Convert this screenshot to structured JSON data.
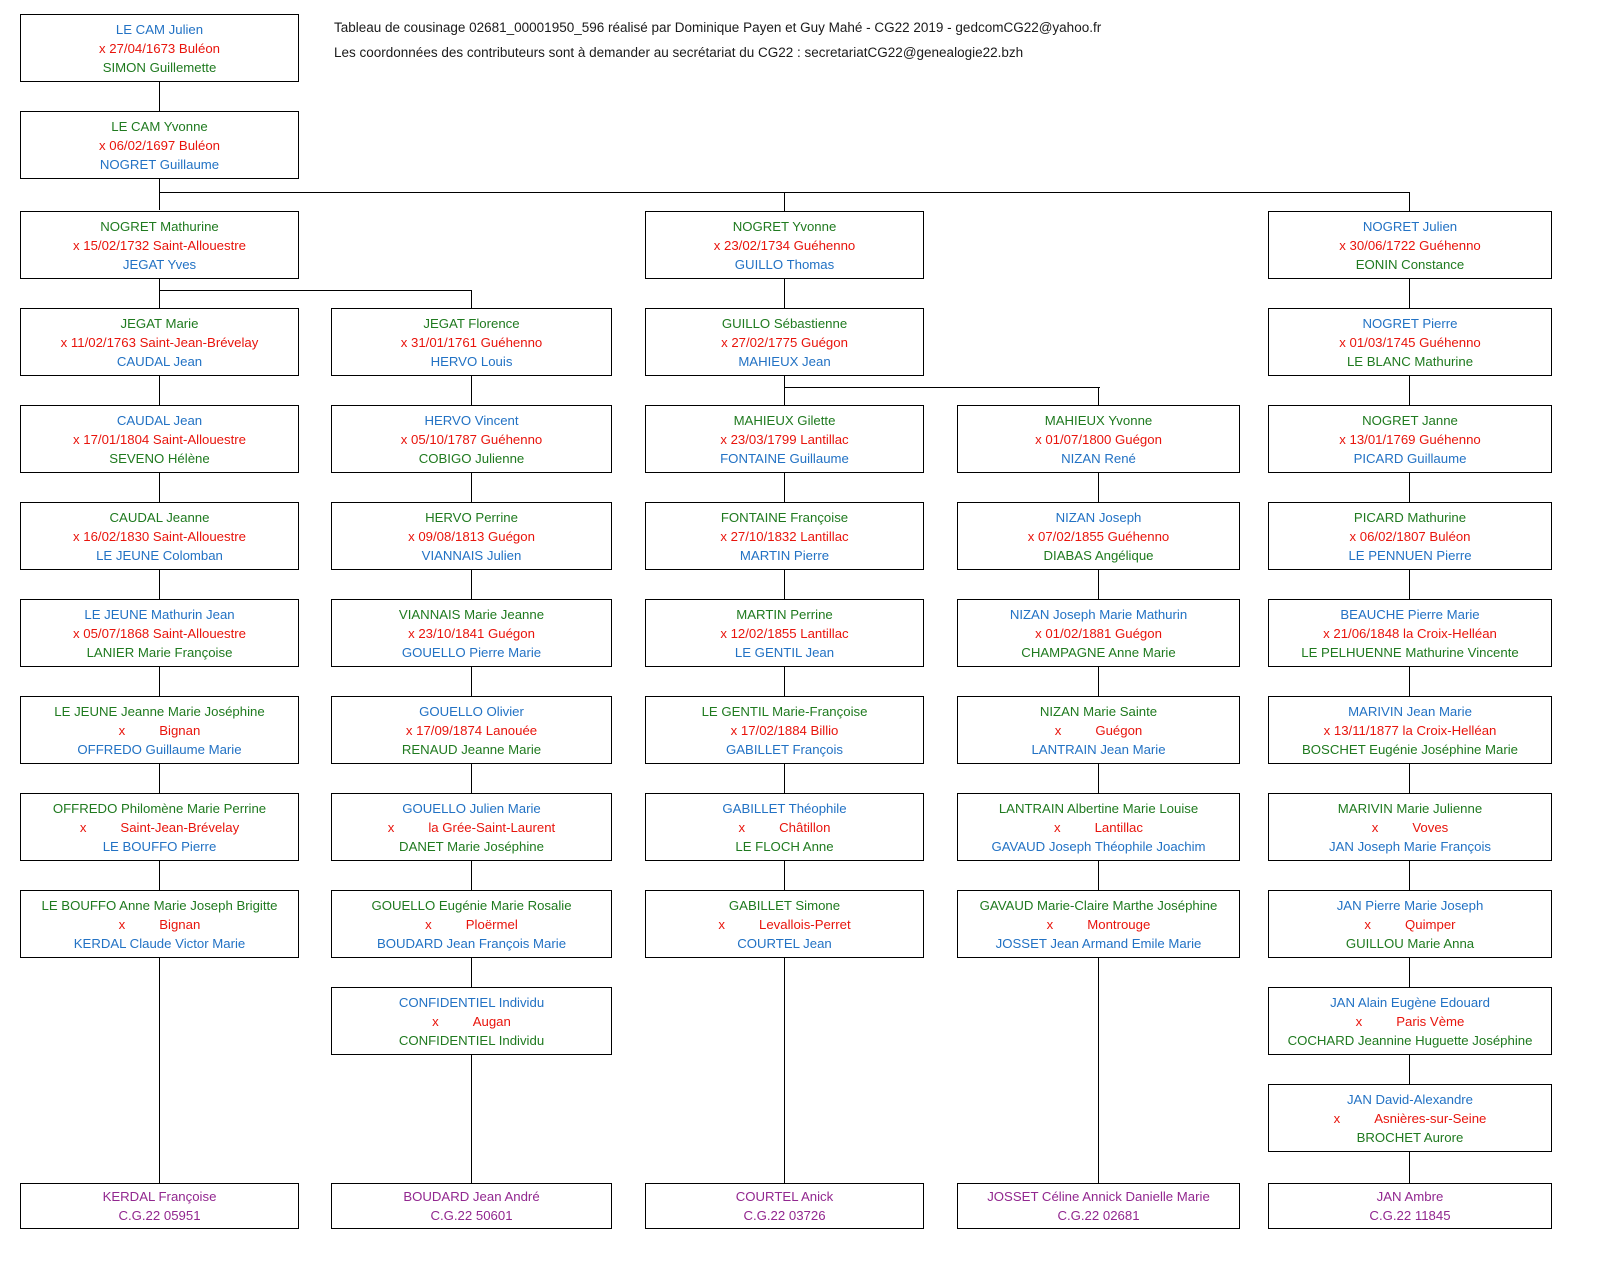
{
  "header": {
    "line1": "Tableau de cousinage 02681_00001950_596 réalisé par Dominique Payen et Guy Mahé - CG22 2019 - gedcomCG22@yahoo.fr",
    "line2": "Les coordonnées des contributeurs sont à demander au secrétariat du CG22 :  secretariatCG22@genealogie22.bzh"
  },
  "colors": {
    "female": "#1f7a1f",
    "male": "#2272c4",
    "date": "#e8140c",
    "descendant": "#92278f",
    "box_border": "#000000",
    "background": "#ffffff"
  },
  "boxes": [
    {
      "id": "b1",
      "person": "LE CAM Julien",
      "person_sex": "m",
      "union": "x 27/04/1673 Buléon",
      "spouse": "SIMON Guillemette",
      "spouse_sex": "f"
    },
    {
      "id": "b2",
      "person": "LE CAM Yvonne",
      "person_sex": "f",
      "union": "x 06/02/1697 Buléon",
      "spouse": "NOGRET Guillaume",
      "spouse_sex": "m"
    },
    {
      "id": "b3",
      "person": "NOGRET Mathurine",
      "person_sex": "f",
      "union": "x 15/02/1732 Saint-Allouestre",
      "spouse": "JEGAT Yves",
      "spouse_sex": "m"
    },
    {
      "id": "b4",
      "person": "NOGRET Yvonne",
      "person_sex": "f",
      "union": "x 23/02/1734 Guéhenno",
      "spouse": "GUILLO Thomas",
      "spouse_sex": "m"
    },
    {
      "id": "b5",
      "person": "NOGRET Julien",
      "person_sex": "m",
      "union": "x 30/06/1722 Guéhenno",
      "spouse": "EONIN Constance",
      "spouse_sex": "f"
    },
    {
      "id": "b6",
      "person": "JEGAT Marie",
      "person_sex": "f",
      "union": "x 11/02/1763 Saint-Jean-Brévelay",
      "spouse": "CAUDAL Jean",
      "spouse_sex": "m"
    },
    {
      "id": "b7",
      "person": "JEGAT Florence",
      "person_sex": "f",
      "union": "x 31/01/1761 Guéhenno",
      "spouse": "HERVO Louis",
      "spouse_sex": "m"
    },
    {
      "id": "b8",
      "person": "GUILLO Sébastienne",
      "person_sex": "f",
      "union": "x 27/02/1775 Guégon",
      "spouse": "MAHIEUX Jean",
      "spouse_sex": "m"
    },
    {
      "id": "b9",
      "person": "NOGRET Pierre",
      "person_sex": "m",
      "union": "x 01/03/1745 Guéhenno",
      "spouse": "LE BLANC Mathurine",
      "spouse_sex": "f"
    },
    {
      "id": "b10",
      "person": "CAUDAL Jean",
      "person_sex": "m",
      "union": "x 17/01/1804 Saint-Allouestre",
      "spouse": "SEVENO Hélène",
      "spouse_sex": "f"
    },
    {
      "id": "b11",
      "person": "HERVO Vincent",
      "person_sex": "m",
      "union": "x 05/10/1787 Guéhenno",
      "spouse": "COBIGO Julienne",
      "spouse_sex": "f"
    },
    {
      "id": "b12",
      "person": "MAHIEUX Gilette",
      "person_sex": "f",
      "union": "x 23/03/1799 Lantillac",
      "spouse": "FONTAINE Guillaume",
      "spouse_sex": "m"
    },
    {
      "id": "b13",
      "person": "MAHIEUX Yvonne",
      "person_sex": "f",
      "union": "x 01/07/1800 Guégon",
      "spouse": "NIZAN René",
      "spouse_sex": "m"
    },
    {
      "id": "b14",
      "person": "NOGRET Janne",
      "person_sex": "f",
      "union": "x 13/01/1769 Guéhenno",
      "spouse": "PICARD Guillaume",
      "spouse_sex": "m"
    },
    {
      "id": "b15",
      "person": "CAUDAL Jeanne",
      "person_sex": "f",
      "union": "x 16/02/1830 Saint-Allouestre",
      "spouse": "LE JEUNE Colomban",
      "spouse_sex": "m"
    },
    {
      "id": "b16",
      "person": "HERVO Perrine",
      "person_sex": "f",
      "union": "x 09/08/1813 Guégon",
      "spouse": "VIANNAIS Julien",
      "spouse_sex": "m"
    },
    {
      "id": "b17",
      "person": "FONTAINE Françoise",
      "person_sex": "f",
      "union": "x 27/10/1832 Lantillac",
      "spouse": "MARTIN Pierre",
      "spouse_sex": "m"
    },
    {
      "id": "b18",
      "person": "NIZAN Joseph",
      "person_sex": "m",
      "union": "x 07/02/1855 Guéhenno",
      "spouse": "DIABAS Angélique",
      "spouse_sex": "f"
    },
    {
      "id": "b19",
      "person": "PICARD Mathurine",
      "person_sex": "f",
      "union": "x 06/02/1807 Buléon",
      "spouse": "LE PENNUEN Pierre",
      "spouse_sex": "m"
    },
    {
      "id": "b20",
      "person": "LE JEUNE Mathurin Jean",
      "person_sex": "m",
      "union": "x 05/07/1868 Saint-Allouestre",
      "spouse": "LANIER Marie Françoise",
      "spouse_sex": "f"
    },
    {
      "id": "b21",
      "person": "VIANNAIS Marie Jeanne",
      "person_sex": "f",
      "union": "x 23/10/1841 Guégon",
      "spouse": "GOUELLO Pierre Marie",
      "spouse_sex": "m"
    },
    {
      "id": "b22",
      "person": "MARTIN Perrine",
      "person_sex": "f",
      "union": "x 12/02/1855 Lantillac",
      "spouse": "LE GENTIL Jean",
      "spouse_sex": "m"
    },
    {
      "id": "b23",
      "person": "NIZAN Joseph Marie Mathurin",
      "person_sex": "m",
      "union": "x 01/02/1881 Guégon",
      "spouse": "CHAMPAGNE Anne Marie",
      "spouse_sex": "f"
    },
    {
      "id": "b24",
      "person": "BEAUCHE Pierre Marie",
      "person_sex": "m",
      "union": "x 21/06/1848 la Croix-Helléan",
      "spouse": "LE PELHUENNE Mathurine Vincente",
      "spouse_sex": "f"
    },
    {
      "id": "b25",
      "person": "LE JEUNE Jeanne Marie Joséphine",
      "person_sex": "f",
      "union": "x|Bignan",
      "spouse": "OFFREDO Guillaume Marie",
      "spouse_sex": "m"
    },
    {
      "id": "b26",
      "person": "GOUELLO Olivier",
      "person_sex": "m",
      "union": "x 17/09/1874 Lanouée",
      "spouse": "RENAUD Jeanne Marie",
      "spouse_sex": "f"
    },
    {
      "id": "b27",
      "person": "LE GENTIL Marie-Françoise",
      "person_sex": "f",
      "union": "x 17/02/1884 Billio",
      "spouse": "GABILLET François",
      "spouse_sex": "m"
    },
    {
      "id": "b28",
      "person": "NIZAN Marie Sainte",
      "person_sex": "f",
      "union": "x|Guégon",
      "spouse": "LANTRAIN Jean Marie",
      "spouse_sex": "m"
    },
    {
      "id": "b29",
      "person": "MARIVIN Jean Marie",
      "person_sex": "m",
      "union": "x 13/11/1877 la Croix-Helléan",
      "spouse": "BOSCHET Eugénie Joséphine Marie",
      "spouse_sex": "f"
    },
    {
      "id": "b30",
      "person": "OFFREDO Philomène Marie Perrine",
      "person_sex": "f",
      "union": "x|Saint-Jean-Brévelay",
      "spouse": "LE BOUFFO Pierre",
      "spouse_sex": "m"
    },
    {
      "id": "b31",
      "person": "GOUELLO Julien Marie",
      "person_sex": "m",
      "union": "x|la Grée-Saint-Laurent",
      "spouse": "DANET Marie Joséphine",
      "spouse_sex": "f"
    },
    {
      "id": "b32",
      "person": "GABILLET Théophile",
      "person_sex": "m",
      "union": "x|Châtillon",
      "spouse": "LE FLOCH Anne",
      "spouse_sex": "f"
    },
    {
      "id": "b33",
      "person": "LANTRAIN Albertine Marie Louise",
      "person_sex": "f",
      "union": "x|Lantillac",
      "spouse": "GAVAUD Joseph Théophile Joachim",
      "spouse_sex": "m"
    },
    {
      "id": "b34",
      "person": "MARIVIN Marie Julienne",
      "person_sex": "f",
      "union": "x|Voves",
      "spouse": "JAN Joseph Marie François",
      "spouse_sex": "m"
    },
    {
      "id": "b35",
      "person": "LE BOUFFO Anne Marie Joseph Brigitte",
      "person_sex": "f",
      "union": "x|Bignan",
      "spouse": "KERDAL Claude Victor Marie",
      "spouse_sex": "m"
    },
    {
      "id": "b36",
      "person": "GOUELLO Eugénie Marie Rosalie",
      "person_sex": "f",
      "union": "x|Ploërmel",
      "spouse": "BOUDARD Jean François Marie",
      "spouse_sex": "m"
    },
    {
      "id": "b37",
      "person": "GABILLET Simone",
      "person_sex": "f",
      "union": "x|Levallois-Perret",
      "spouse": "COURTEL Jean",
      "spouse_sex": "m"
    },
    {
      "id": "b38",
      "person": "GAVAUD Marie-Claire Marthe Joséphine",
      "person_sex": "f",
      "union": "x|Montrouge",
      "spouse": "JOSSET Jean Armand Emile Marie",
      "spouse_sex": "m"
    },
    {
      "id": "b39",
      "person": "JAN Pierre Marie Joseph",
      "person_sex": "m",
      "union": "x|Quimper",
      "spouse": "GUILLOU Marie Anna",
      "spouse_sex": "f"
    },
    {
      "id": "b40",
      "person": "CONFIDENTIEL Individu",
      "person_sex": "m",
      "union": "x|Augan",
      "spouse": "CONFIDENTIEL Individu",
      "spouse_sex": "f"
    },
    {
      "id": "b41",
      "person": "JAN Alain Eugène Edouard",
      "person_sex": "m",
      "union": "x|Paris Vème",
      "spouse": "COCHARD Jeannine Huguette Joséphine",
      "spouse_sex": "f"
    },
    {
      "id": "b42",
      "person": "JAN David-Alexandre",
      "person_sex": "m",
      "union": "x|Asnières-sur-Seine",
      "spouse": "BROCHET Aurore",
      "spouse_sex": "f"
    }
  ],
  "descendants": [
    {
      "id": "d1",
      "name": "KERDAL Françoise",
      "ref": "C.G.22 05951"
    },
    {
      "id": "d2",
      "name": "BOUDARD Jean André",
      "ref": "C.G.22 50601"
    },
    {
      "id": "d3",
      "name": "COURTEL Anick",
      "ref": "C.G.22 03726"
    },
    {
      "id": "d4",
      "name": "JOSSET Céline Annick Danielle Marie",
      "ref": "C.G.22 02681"
    },
    {
      "id": "d5",
      "name": "JAN Ambre",
      "ref": "C.G.22 11845"
    }
  ]
}
